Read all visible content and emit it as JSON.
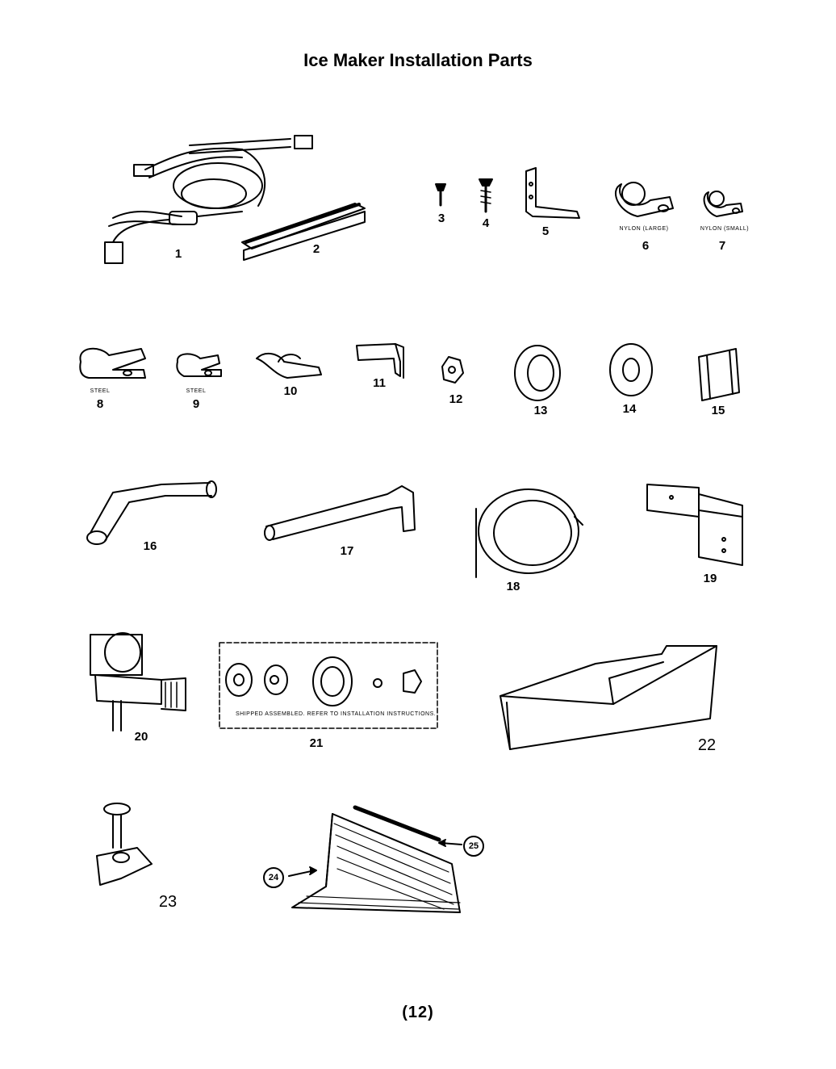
{
  "title": "Ice Maker Installation Parts",
  "page_number": "(12)",
  "parts": [
    {
      "number": "1"
    },
    {
      "number": "2"
    },
    {
      "number": "3"
    },
    {
      "number": "4"
    },
    {
      "number": "5"
    },
    {
      "number": "6",
      "note": "NYLON (LARGE)"
    },
    {
      "number": "7",
      "note": "NYLON (SMALL)"
    },
    {
      "number": "8",
      "note": "STEEL"
    },
    {
      "number": "9",
      "note": "STEEL"
    },
    {
      "number": "10"
    },
    {
      "number": "11"
    },
    {
      "number": "12"
    },
    {
      "number": "13"
    },
    {
      "number": "14"
    },
    {
      "number": "15"
    },
    {
      "number": "16"
    },
    {
      "number": "17"
    },
    {
      "number": "18"
    },
    {
      "number": "19"
    },
    {
      "number": "20"
    },
    {
      "number": "21",
      "note": "SHIPPED ASSEMBLED. REFER TO INSTALLATION INSTRUCTIONS."
    },
    {
      "number": "22"
    },
    {
      "number": "23"
    },
    {
      "number": "24"
    },
    {
      "number": "25"
    }
  ]
}
